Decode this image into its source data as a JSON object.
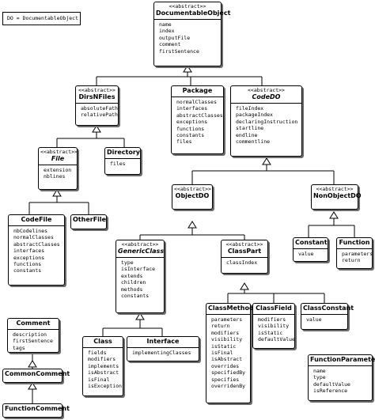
{
  "note": "DO = DocumentableObject",
  "classes": {
    "documentable_object": {
      "stereotype": "<<abstract>>",
      "name": "DocumentableObject",
      "attributes": [
        "name",
        "index",
        "outputFile",
        "comment",
        "firstSentence"
      ]
    },
    "dirs_n_files": {
      "stereotype": "<<abstract>>",
      "name": "DirsNFiles",
      "attributes": [
        "absoluteFath",
        "relativePath"
      ]
    },
    "package": {
      "name": "Package",
      "attributes": [
        "normalClasses",
        "interfaces",
        "abstractClasses",
        "exceptions",
        "functions",
        "constants",
        "files"
      ]
    },
    "code_do": {
      "stereotype": "<<abstract>>",
      "name": "CodeDO",
      "attributes": [
        "fileIndex",
        "packageIndex",
        "declaringInstruction",
        "startline",
        "endline",
        "commentline"
      ]
    },
    "file": {
      "stereotype": "<<abstract>>",
      "name": "File",
      "attributes": [
        "extension",
        "nblines"
      ]
    },
    "directory": {
      "name": "Directory",
      "attributes": [
        "files"
      ]
    },
    "code_file": {
      "name": "CodeFile",
      "attributes": [
        "nbCodelines",
        "normalClasses",
        "abstractClasses",
        "interfaces",
        "exceptions",
        "functions",
        "constants"
      ]
    },
    "other_file": {
      "name": "OtherFile",
      "attributes": []
    },
    "object_do": {
      "stereotype": "<<abstract>>",
      "name": "ObjectDO",
      "attributes": []
    },
    "non_object_do": {
      "stereotype": "<<abstract>>",
      "name": "NonObjectDO",
      "attributes": []
    },
    "constant": {
      "name": "Constant",
      "attributes": [
        "value"
      ]
    },
    "function": {
      "name": "Function",
      "attributes": [
        "parameters",
        "return"
      ]
    },
    "generic_class": {
      "stereotype": "<<abstract>>",
      "name": "GenericClass",
      "attributes": [
        "type",
        "isInterface",
        "extends",
        "children",
        "methods",
        "constants"
      ]
    },
    "class_part": {
      "stereotype": "<<abstract>>",
      "name": "ClassPart",
      "attributes": [
        "classIndex"
      ]
    },
    "class_method": {
      "name": "ClassMethod",
      "attributes": [
        "parameters",
        "return",
        "modifiers",
        "visibility",
        "isStatic",
        "isFinal",
        "isAbstract",
        "overrides",
        "specifiedBy",
        "specifies",
        "overridenBy"
      ]
    },
    "class_field": {
      "name": "ClassField",
      "attributes": [
        "modifiers",
        "visibility",
        "isStatic",
        "defaultValue"
      ]
    },
    "class_constant": {
      "name": "ClassConstant",
      "attributes": [
        "value"
      ]
    },
    "class": {
      "name": "Class",
      "attributes": [
        "fields",
        "modifiers",
        "implements",
        "isAbstract",
        "isFinal",
        "isException"
      ]
    },
    "interface": {
      "name": "Interface",
      "attributes": [
        "implementingClasses"
      ]
    },
    "comment": {
      "name": "Comment",
      "attributes": [
        "description",
        "firstSentence",
        "tags"
      ]
    },
    "common_comment": {
      "name": "CommonComment",
      "attributes": []
    },
    "function_comment": {
      "name": "FunctionComment",
      "attributes": []
    },
    "function_parameter": {
      "name": "FunctionParameter",
      "attributes": [
        "name",
        "type",
        "defaultValue",
        "isReference"
      ]
    }
  }
}
